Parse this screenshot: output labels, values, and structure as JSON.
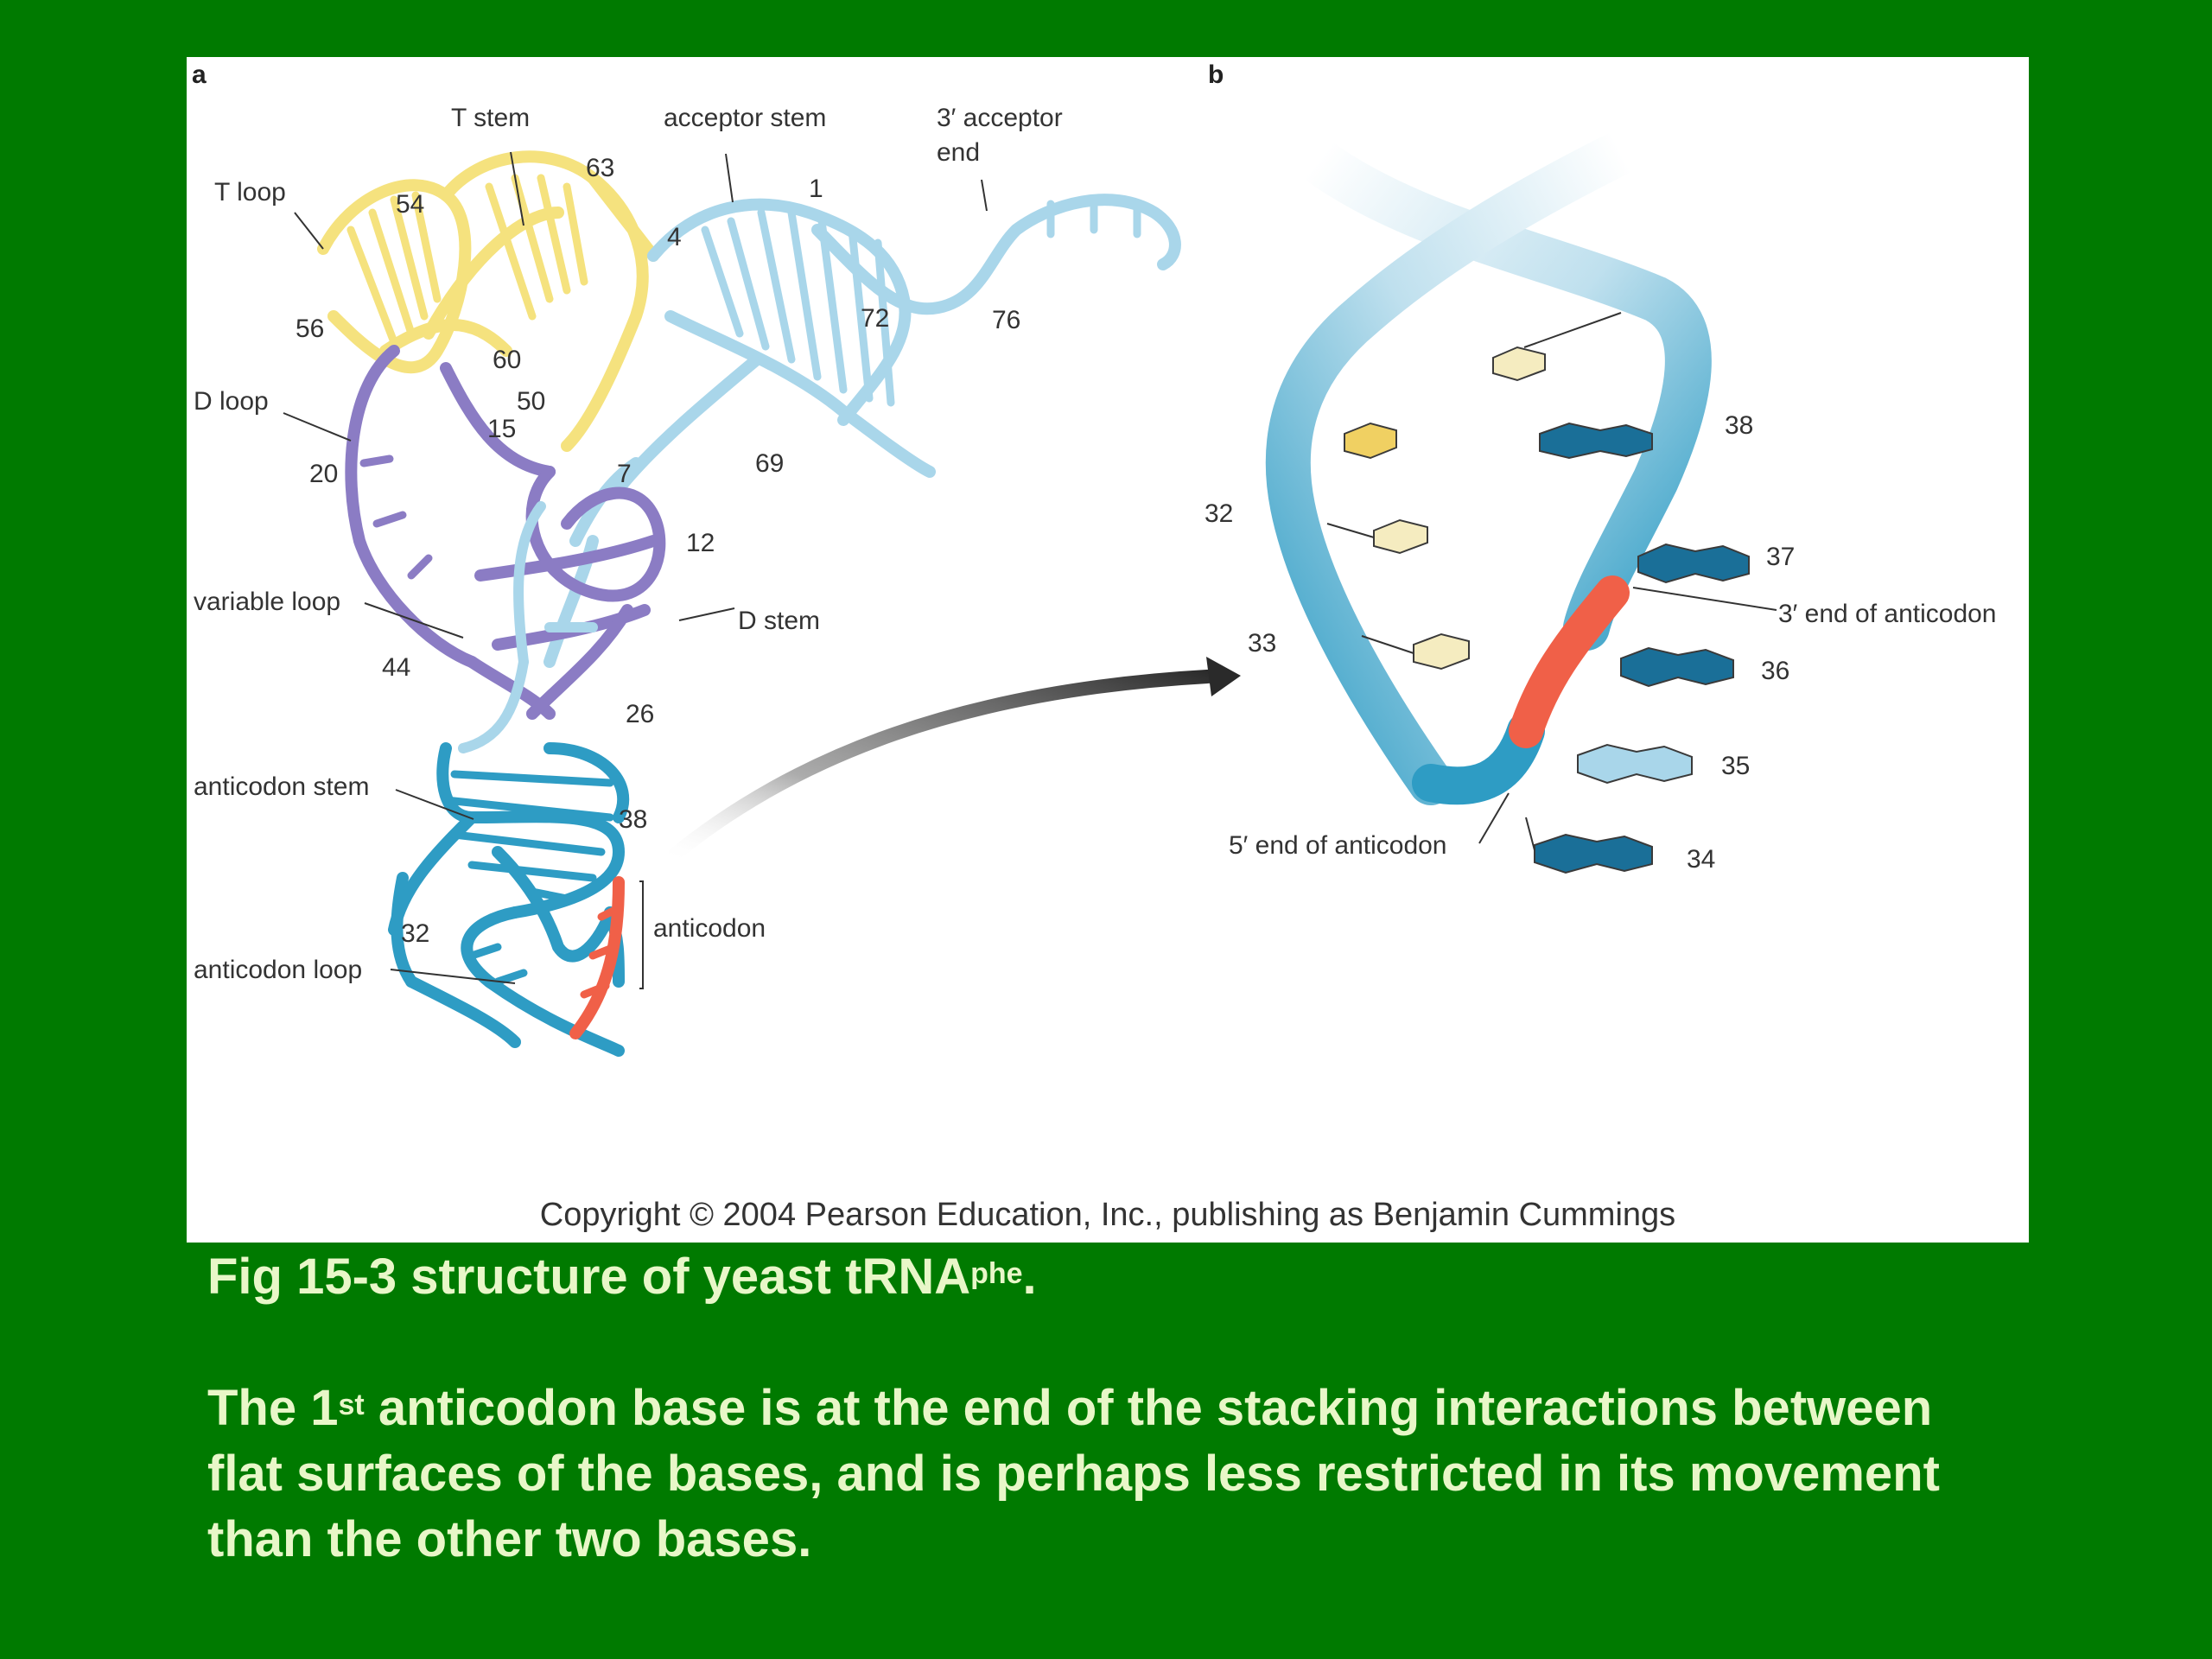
{
  "figure": {
    "panel_a": {
      "letter": "a",
      "labels": {
        "t_stem": "T stem",
        "acceptor_stem": "acceptor stem",
        "acceptor_end_line1": "3′ acceptor",
        "acceptor_end_line2": "end",
        "t_loop": "T loop",
        "d_loop": "D loop",
        "variable_loop": "variable loop",
        "d_stem": "D stem",
        "anticodon_stem": "anticodon stem",
        "anticodon": "anticodon",
        "anticodon_loop": "anticodon loop"
      },
      "numbers": {
        "n63": "63",
        "n1": "1",
        "n54": "54",
        "n4": "4",
        "n72": "72",
        "n76": "76",
        "n56": "56",
        "n60": "60",
        "n50": "50",
        "n15": "15",
        "n20": "20",
        "n7": "7",
        "n69": "69",
        "n12": "12",
        "n44": "44",
        "n26": "26",
        "n38": "38",
        "n32": "32"
      }
    },
    "panel_b": {
      "letter": "b",
      "numbers": {
        "n38": "38",
        "n32": "32",
        "n37": "37",
        "n33": "33",
        "n36": "36",
        "n35": "35",
        "n34": "34"
      },
      "labels": {
        "three_prime_end": "3′ end of anticodon",
        "five_prime_end": "5′ end of anticodon"
      }
    },
    "copyright": "Copyright © 2004 Pearson Education, Inc., publishing as Benjamin Cummings"
  },
  "caption": {
    "title_main": "Fig 15-3 structure of yeast tRNA",
    "title_sup": "phe",
    "title_end": ".",
    "body_part1": "The 1",
    "body_sup": "st",
    "body_part2": " anticodon base is at the end of the stacking interactions between flat surfaces of the bases, and is perhaps less restricted in its movement than the other two bases."
  },
  "colors": {
    "background": "#007a00",
    "caption_text": "#e8f7c8",
    "t_arm_yellow": "#f5e27e",
    "acceptor_lightblue": "#a9d6ea",
    "d_arm_purple": "#8b7cc4",
    "anticodon_arm_blue": "#2e9cc4",
    "anticodon_red": "#f06048",
    "base_dark_blue": "#1a6f98",
    "base_cream": "#f5ecc0",
    "base_yellow": "#f0d062"
  }
}
